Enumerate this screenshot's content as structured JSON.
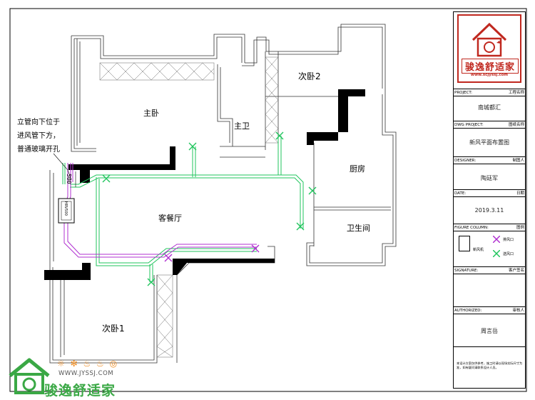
{
  "rooms": {
    "master_bedroom": "主卧",
    "master_bath": "主卫",
    "second_bedroom_2": "次卧2",
    "kitchen": "厨房",
    "living_dining": "客餐厅",
    "bathroom": "卫生间",
    "second_bedroom_1": "次卧1"
  },
  "annotation": {
    "line1": "立管向下位于",
    "line2": "进风管下方，",
    "line3": "普通玻璃开孔"
  },
  "dimension_label": "500",
  "unit_label": "HRV500",
  "title_block": {
    "logo_text": "骏逸舒适家",
    "logo_url": "www.scjyssj.com",
    "project_label": "PROJECT:",
    "project_label_cn": "工程名称",
    "project_value": "南城都汇",
    "dwg_label": "DWG PROJECT:",
    "dwg_label_cn": "图纸名称",
    "dwg_value": "新风平面布置图",
    "designer_label": "DESIGNER:",
    "designer_label_cn": "制图人",
    "designer_value": "陶廷军",
    "date_label": "DATE:",
    "date_label_cn": "日期",
    "date_value": "2019.3.11",
    "figure_label": "FIGURE COLUMN:",
    "figure_label_cn": "图例",
    "legend_unit": "新风机",
    "legend_exhaust": "排风口",
    "legend_supply": "送风口",
    "signature_label": "SIGNATURE:",
    "signature_label_cn": "客户签名",
    "auth_label": "AUTHORIZED:",
    "auth_label_cn": "审核人",
    "auth_value": "周言岳",
    "note": "本设计方案仅供参考，施工时请以现场实际尺寸为准，如有疑问请联系设计人员。"
  },
  "watermark": {
    "url": "WWW.JYSSJ.COM",
    "brand": "骏逸舒适家"
  },
  "colors": {
    "supply": "#22c55e",
    "exhaust": "#b030d0",
    "wall": "#000000",
    "brand_red": "#c0281f",
    "brand_green": "#3aa845"
  }
}
